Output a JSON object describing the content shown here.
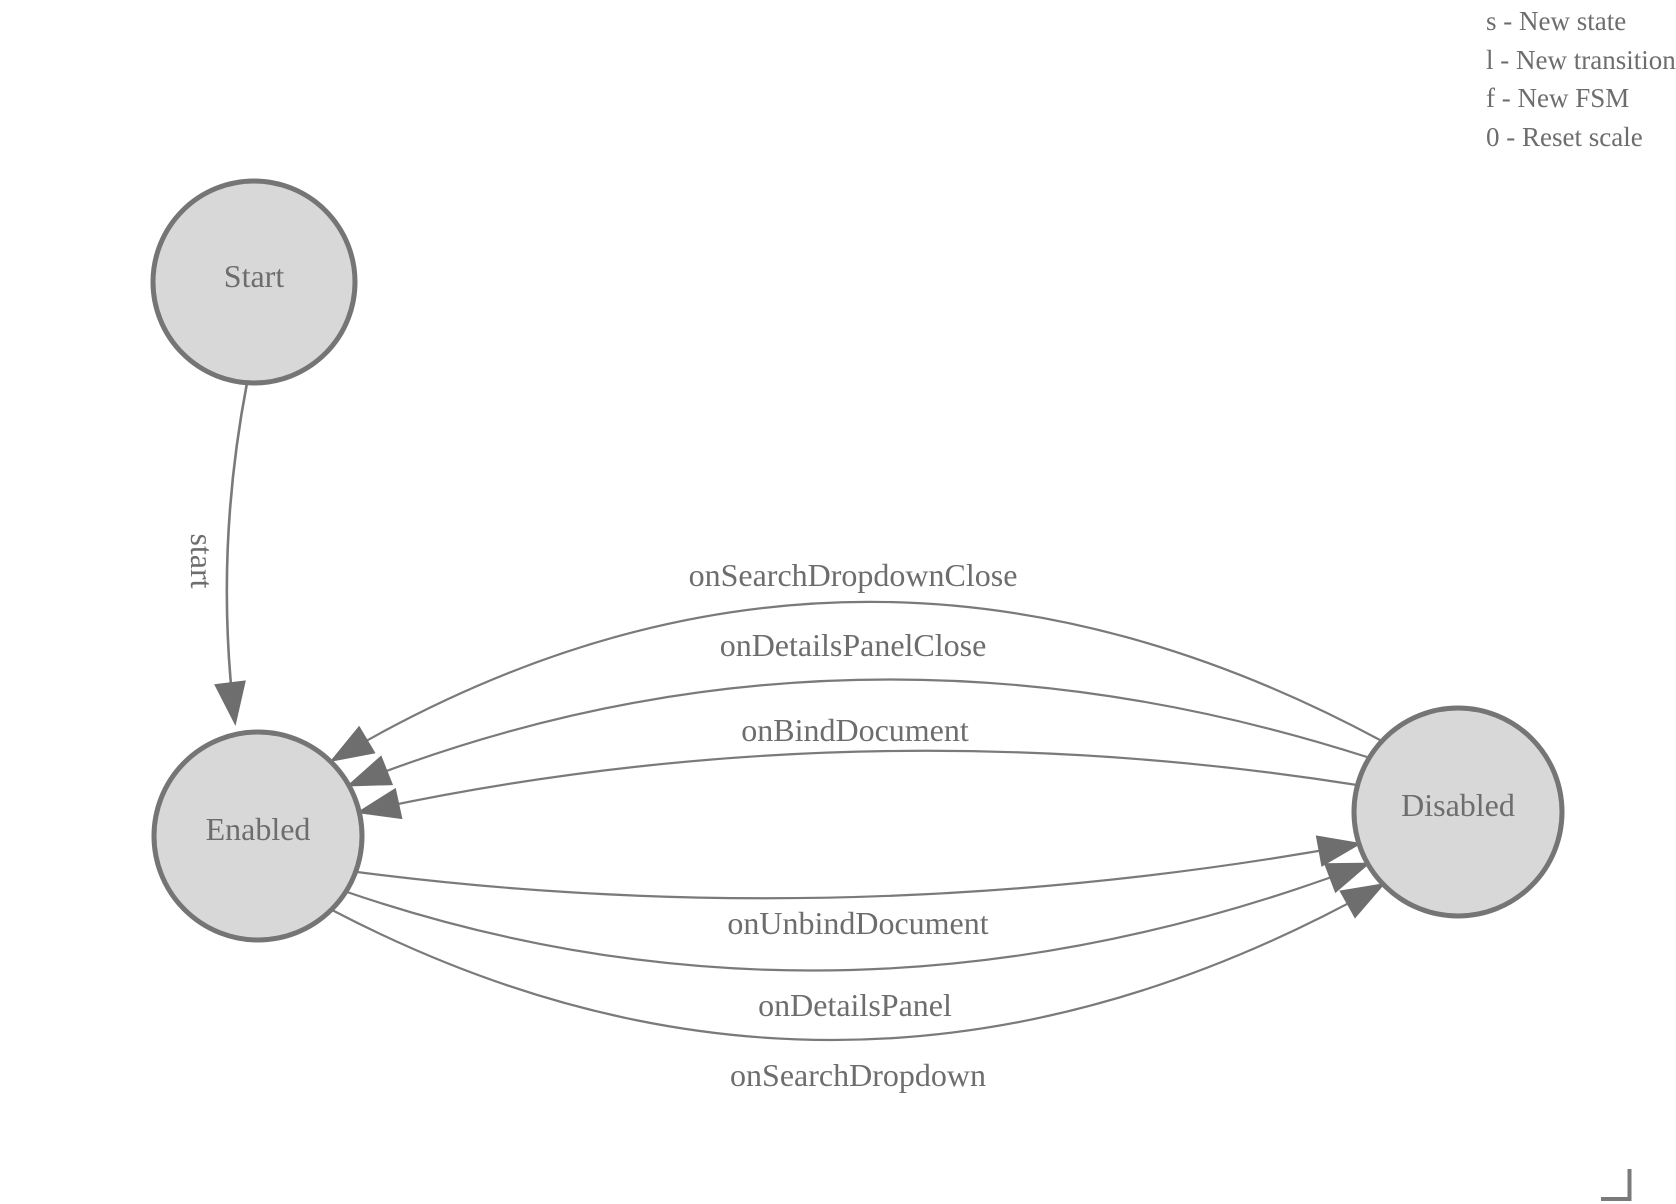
{
  "legend": {
    "lines": [
      "s - New state",
      "l - New transition",
      "f - New FSM",
      "0 - Reset scale"
    ]
  },
  "fsm": {
    "states": [
      {
        "label": "Start"
      },
      {
        "label": "Enabled"
      },
      {
        "label": "Disabled"
      }
    ],
    "transitions": [
      {
        "label": "start",
        "from": "Start",
        "to": "Enabled"
      },
      {
        "label": "onSearchDropdownClose",
        "from": "Disabled",
        "to": "Enabled"
      },
      {
        "label": "onDetailsPanelClose",
        "from": "Disabled",
        "to": "Enabled"
      },
      {
        "label": "onBindDocument",
        "from": "Disabled",
        "to": "Enabled"
      },
      {
        "label": "onUnbindDocument",
        "from": "Enabled",
        "to": "Disabled"
      },
      {
        "label": "onDetailsPanel",
        "from": "Enabled",
        "to": "Disabled"
      },
      {
        "label": "onSearchDropdown",
        "from": "Enabled",
        "to": "Disabled"
      }
    ]
  },
  "colors": {
    "state_fill": "#d8d8d8",
    "state_stroke": "#757575",
    "edge": "#7a7a7a",
    "arrow": "#6e6e6e",
    "text": "#6d6d6d"
  }
}
